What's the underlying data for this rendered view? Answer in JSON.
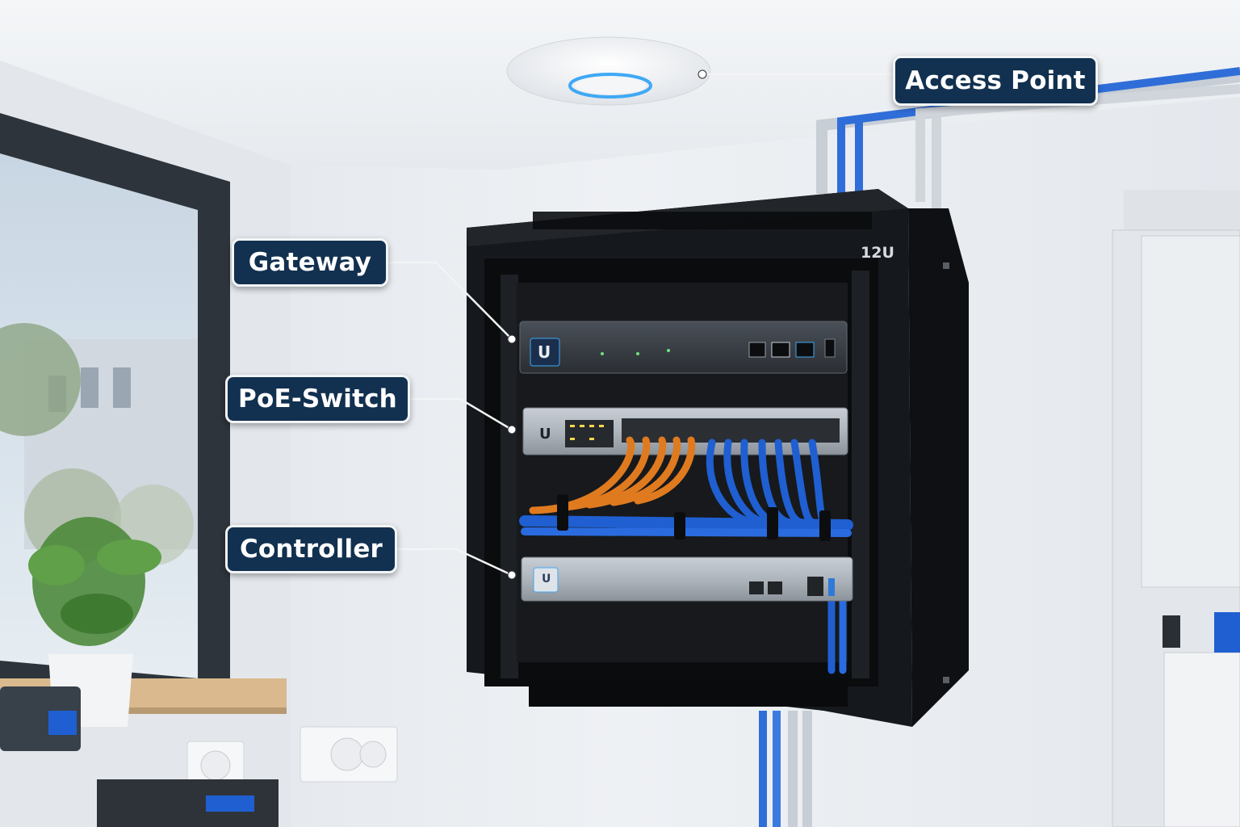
{
  "labels": {
    "access_point": "Access Point",
    "gateway": "Gateway",
    "poe_switch": "PoE-Switch",
    "controller": "Controller"
  },
  "rack": {
    "size_label": "12U"
  },
  "devices": {
    "logo_glyph": "U"
  },
  "colors": {
    "callout_bg": "#12304f",
    "callout_border": "#f2f4f6",
    "rack_body": "#15181c",
    "cable_blue": "#1f5fd1",
    "cable_orange": "#e07a1f",
    "led_blue": "#3fa9f5"
  }
}
